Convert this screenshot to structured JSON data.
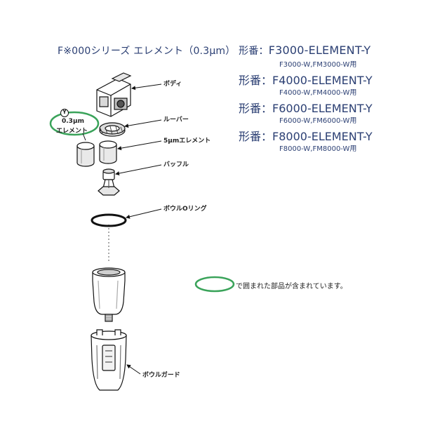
{
  "header": {
    "series": "F※000シリーズ エレメント（0.3μm）",
    "model_prefix": "形番：",
    "model_1": "F3000-ELEMENT-Y"
  },
  "models": [
    {
      "prefix": "形番：",
      "name": "F4000-ELEMENT-Y"
    },
    {
      "prefix": "形番：",
      "name": "F6000-ELEMENT-Y"
    },
    {
      "prefix": "形番：",
      "name": "F8000-ELEMENT-Y"
    }
  ],
  "applications": [
    "F3000-W,FM3000-W用",
    "F4000-W,FM4000-W用",
    "F6000-W,FM6000-W用",
    "F8000-W,FM8000-W用"
  ],
  "parts": {
    "body": "ボディ",
    "louver": "ルーバー",
    "element_5um": "5μmエレメント",
    "baffle": "バッフル",
    "bowl_oring": "ボウルOリング",
    "bowl_guard": "ボウルガード"
  },
  "callout": {
    "mark": "Y",
    "line1": "0.3μm",
    "line2": "エレメント"
  },
  "legend": {
    "text": "で囲まれた部品が含まれています。"
  },
  "colors": {
    "title": "#2b3f73",
    "highlight_ring": "#3aa35a",
    "line": "#111111"
  }
}
